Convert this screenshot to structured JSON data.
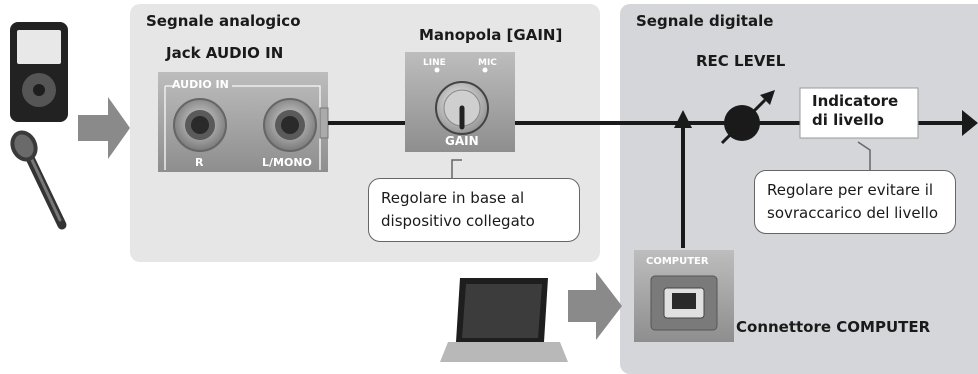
{
  "sections": {
    "analog_title": "Segnale analogico",
    "digital_title": "Segnale digitale"
  },
  "labels": {
    "jack_audio_in": "Jack AUDIO IN",
    "gain_knob": "Manopola [GAIN]",
    "rec_level": "REC LEVEL",
    "level_indicator_line1": "Indicatore",
    "level_indicator_line2": "di livello",
    "computer_connector": "Connettore COMPUTER"
  },
  "jack_panel": {
    "title": "AUDIO IN",
    "right_label": "R",
    "left_label": "L/MONO"
  },
  "knob_panel": {
    "line_label": "LINE",
    "mic_label": "MIC",
    "gain_label": "GAIN"
  },
  "computer_port": {
    "label": "COMPUTER"
  },
  "callouts": {
    "gain_line1": "Regolare in base al",
    "gain_line2": "dispositivo collegato",
    "level_line1": "Regolare per evitare il",
    "level_line2": "sovraccarico del livello"
  },
  "colors": {
    "analog_panel": "#e6e6e6",
    "digital_panel": "#d4d6d9",
    "signal_line": "#1a1a1a",
    "arrow_gray": "#8a8a8a"
  }
}
